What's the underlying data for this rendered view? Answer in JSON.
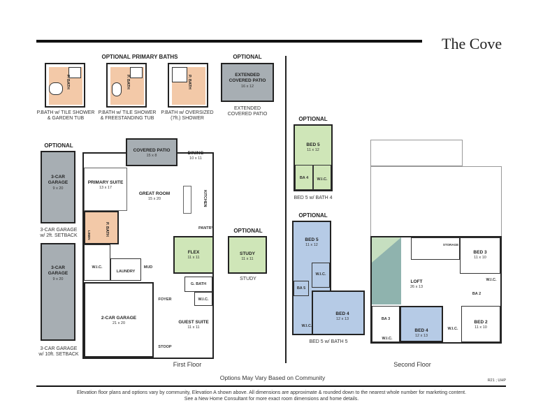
{
  "title": "The Cove",
  "optional_primary_baths": {
    "header": "OPTIONAL PRIMARY BATHS",
    "room_label": "P. BATH",
    "captions": [
      [
        "P.BATH w/ TILE SHOWER",
        "& GARDEN TUB"
      ],
      [
        "P.BATH w/ TILE SHOWER",
        "& FREESTANDING TUB"
      ],
      [
        "P.BATH w/ OVERSIZED",
        "(7ft.) SHOWER"
      ]
    ]
  },
  "optional_patio": {
    "header": "OPTIONAL",
    "room": "EXTENDED\nCOVERED PATIO",
    "room_line1": "EXTENDED",
    "room_line2": "COVERED PATIO",
    "dims": "16 x 12",
    "caption_line1": "EXTENDED",
    "caption_line2": "COVERED PATIO"
  },
  "optional_garage_2ft": {
    "header": "OPTIONAL",
    "room_line1": "3-CAR",
    "room_line2": "GARAGE",
    "dims": "9 x 20",
    "caption_line1": "3-CAR GARAGE",
    "caption_line2": "w/ 2ft. SETBACK"
  },
  "optional_garage_10ft": {
    "room_line1": "3-CAR",
    "room_line2": "GARAGE",
    "dims": "9 x 20",
    "caption_line1": "3-CAR GARAGE",
    "caption_line2": "w/ 10ft. SETBACK"
  },
  "first_floor": {
    "label": "First Floor",
    "rooms": {
      "covered_patio": {
        "name": "COVERED PATIO",
        "dims": "15 x 8"
      },
      "dining": {
        "name": "DINING",
        "dims": "10 x 11"
      },
      "primary_suite": {
        "name": "PRIMARY SUITE",
        "dims": "13 x 17"
      },
      "great_room": {
        "name": "GREAT ROOM",
        "dims": "15 x 20"
      },
      "kitchen": {
        "name": "KITCHEN"
      },
      "pantry": {
        "name": "PANTRY"
      },
      "p_bath": {
        "name": "P. BATH"
      },
      "linen": {
        "name": "LINEN"
      },
      "wic": {
        "name": "W.I.C."
      },
      "laundry": {
        "name": "LAUNDRY"
      },
      "mud": {
        "name": "MUD"
      },
      "flex": {
        "name": "FLEX",
        "dims": "11 x 11"
      },
      "g_bath": {
        "name": "G. BATH"
      },
      "wic2": {
        "name": "W.I.C."
      },
      "foyer": {
        "name": "FOYER"
      },
      "guest_suite": {
        "name": "GUEST SUITE",
        "dims": "11 x 11"
      },
      "garage": {
        "name": "2-CAR GARAGE",
        "dims": "21 x 20"
      },
      "stoop": {
        "name": "STOOP"
      }
    }
  },
  "optional_study": {
    "header": "OPTIONAL",
    "room": "STUDY",
    "dims": "11 x 11",
    "caption": "STUDY"
  },
  "optional_bed5_ba4": {
    "header": "OPTIONAL",
    "room": "BED 5",
    "dims": "11 x 12",
    "ba": "BA 4",
    "wic": "W.I.C.",
    "caption": "BED 5 w/ BATH 4"
  },
  "optional_bed5_ba5": {
    "header": "OPTIONAL",
    "bed5": "BED 5",
    "bed5_dims": "11 x 12",
    "ba5": "BA 5",
    "wic_a": "W.I.C.",
    "bed4": "BED 4",
    "bed4_dims": "12 x 13",
    "wic_b": "W.I.C.",
    "caption": "BED 5 w/ BATH 5"
  },
  "second_floor": {
    "label": "Second Floor",
    "rooms": {
      "storage": "STORAGE",
      "bed3": {
        "name": "BED 3",
        "dims": "11 x 10"
      },
      "loft": {
        "name": "LOFT",
        "dims": "26 x 13"
      },
      "wic_a": "W.I.C.",
      "ba2": "BA 2",
      "ba3": "BA 3",
      "bed4": {
        "name": "BED 4",
        "dims": "12 x 13"
      },
      "wic_b": "W.I.C.",
      "wic_c": "W.I.C.",
      "bed2": {
        "name": "BED 2",
        "dims": "11 x 10"
      }
    }
  },
  "footer": {
    "options_note": "Options May Vary Based on Community",
    "code": "R21 ; UHP",
    "disclaimer_line1": "Elevation floor plans and options vary by community, Elevation A shown above. All dimensions are approximate & rounded down to the nearest whole number for marketing content.",
    "disclaimer_line2": "See a New Home Consultant for more exact room dimensions and home details."
  }
}
